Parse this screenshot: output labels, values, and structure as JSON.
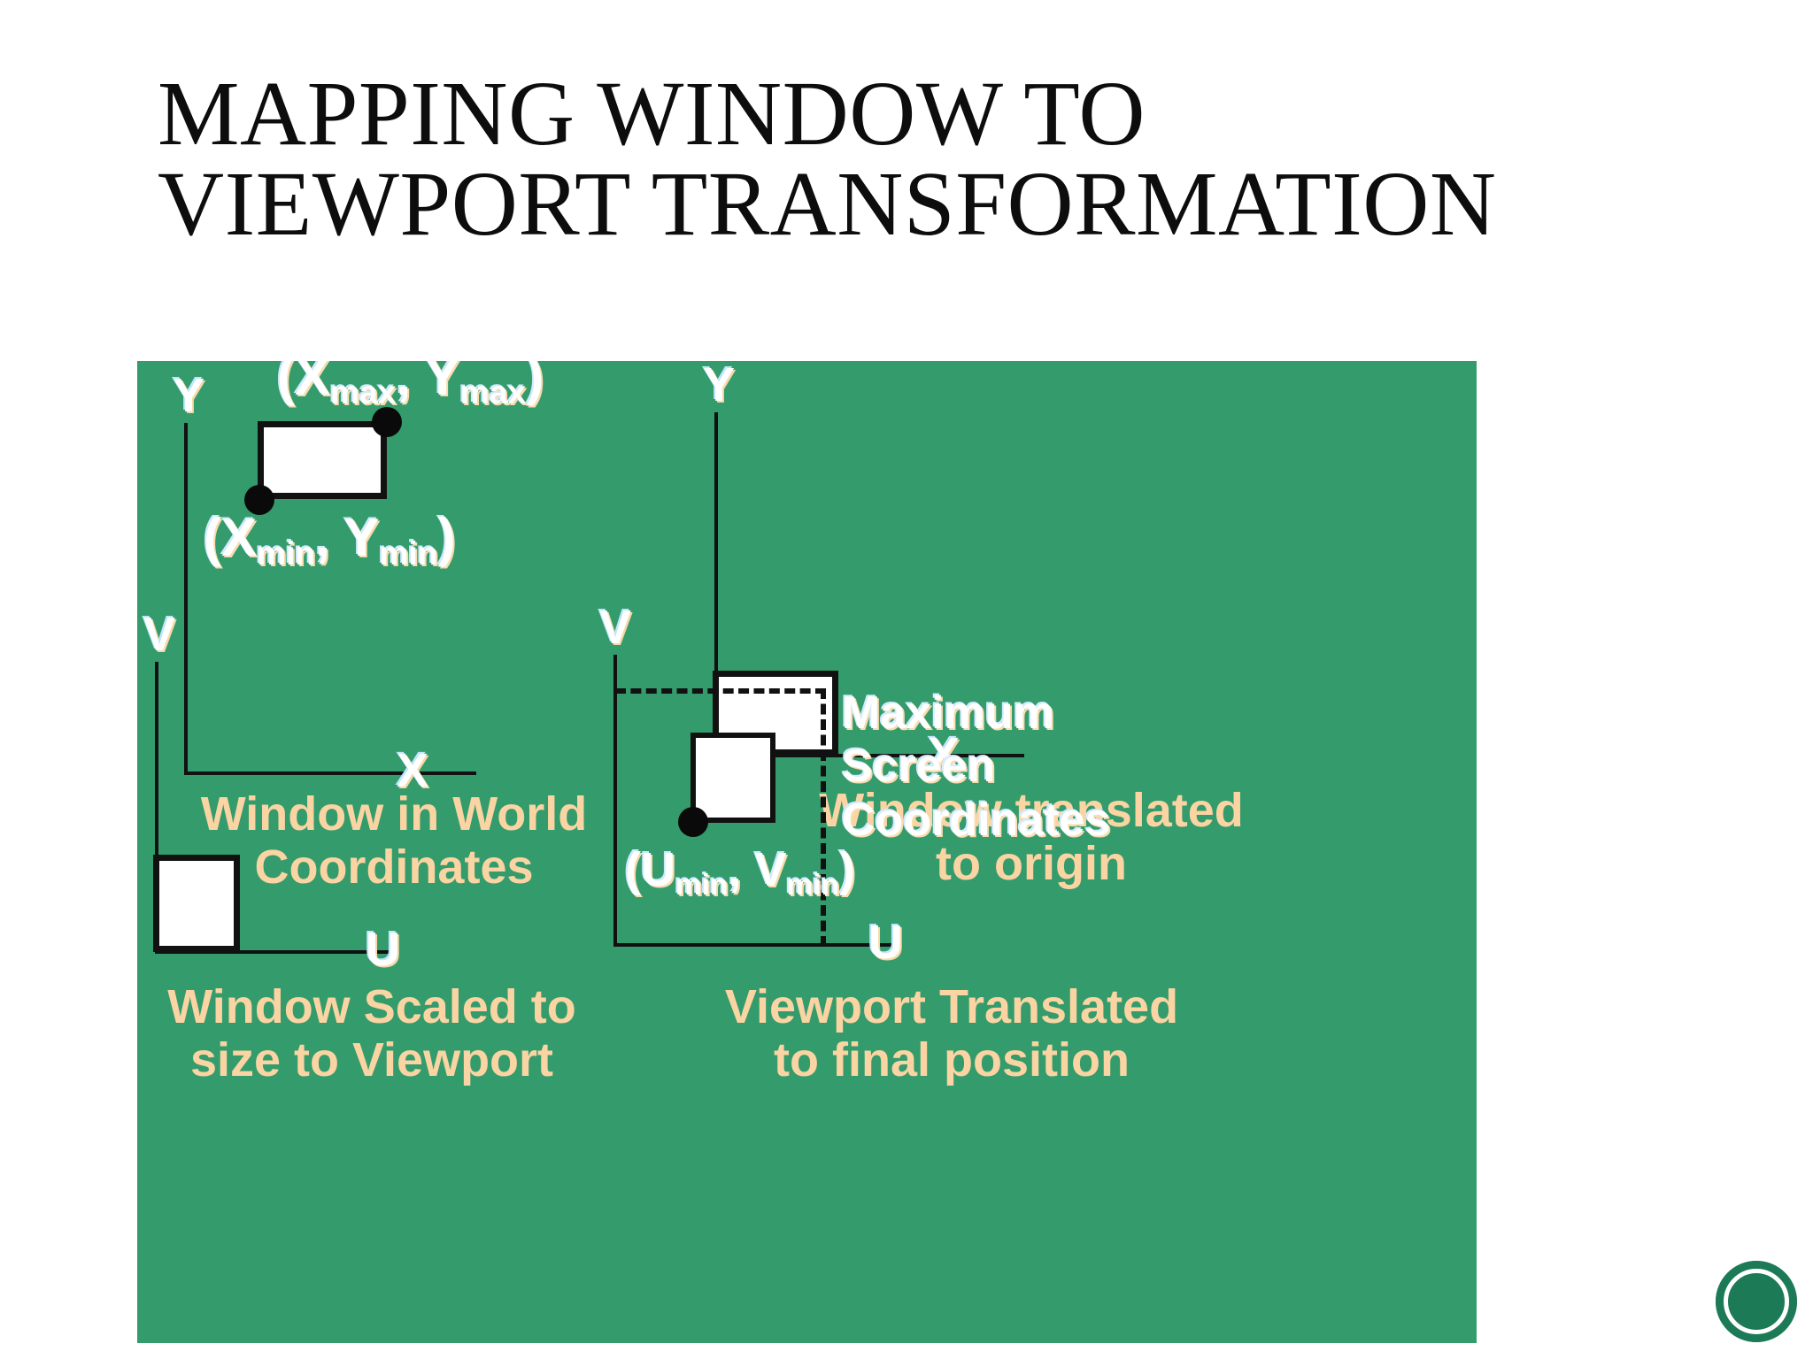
{
  "slide": {
    "title": "Mapping Window to Viewport Transformation",
    "background_color": "#ffffff",
    "panel_color": "#349b6c",
    "caption_color": "#fad4a2",
    "label_color": "#ffffff"
  },
  "diagrams": [
    {
      "id": "window-world",
      "y_axis_label": "Y",
      "x_axis_label": "X",
      "max_corner_label": "(Xmax, Ymax)",
      "min_corner_label": "(Xmin, Ymin)",
      "caption": "Window in World\nCoordinates"
    },
    {
      "id": "window-origin",
      "y_axis_label": "Y",
      "x_axis_label": "X",
      "caption": "Window translated\nto origin"
    },
    {
      "id": "window-scaled",
      "y_axis_label": "V",
      "x_axis_label": "U",
      "caption": "Window Scaled to\nsize to Viewport"
    },
    {
      "id": "viewport-translated",
      "y_axis_label": "V",
      "x_axis_label": "U",
      "min_corner_label": "(Umin, Vmin)",
      "note": "Maximum\nScreen\nCoordinates",
      "caption": "Viewport Translated\nto final position"
    }
  ],
  "labels": {
    "x_max": "X",
    "x_max_sub": "max",
    "y_max": "Y",
    "y_max_sub": "max",
    "x_min": "X",
    "x_min_sub": "min",
    "y_min": "Y",
    "y_min_sub": "min",
    "u_min": "U",
    "u_min_sub": "min",
    "v_min": "V",
    "v_min_sub": "min",
    "open_paren": "(",
    "close_paren": ")",
    "comma": ", "
  },
  "logo": {
    "name": "circular-emblem"
  }
}
